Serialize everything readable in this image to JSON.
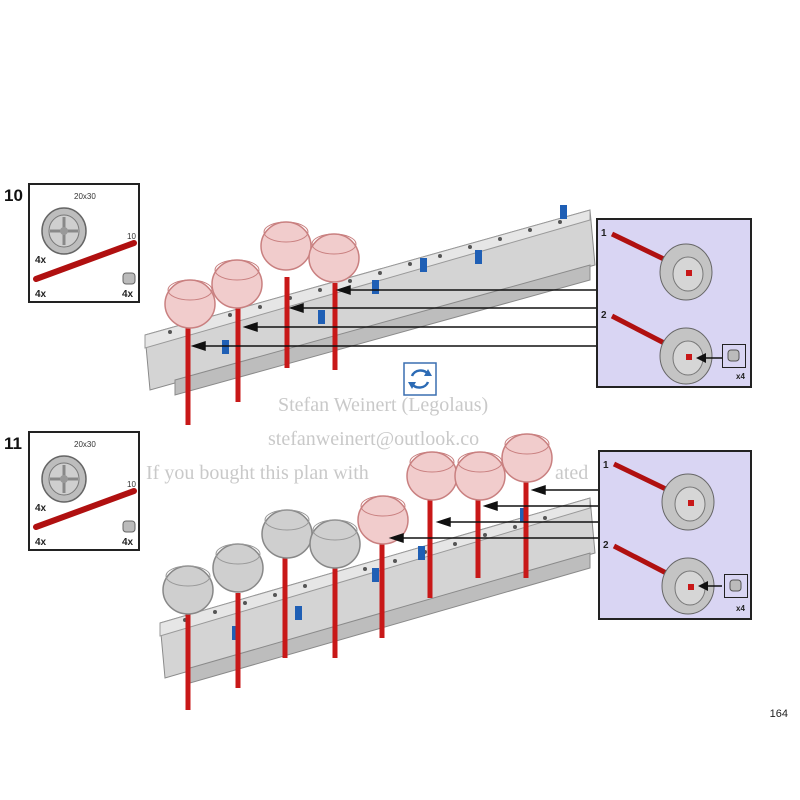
{
  "steps": [
    {
      "number": "10",
      "parts": {
        "wheel_size": "20x30",
        "wheel_qty": "4x",
        "axle_length": "10",
        "axle_qty": "4x",
        "bush_qty": "4x"
      },
      "callout": {
        "sub1": "1",
        "sub2": "2",
        "multiplier": "x4"
      }
    },
    {
      "number": "11",
      "parts": {
        "wheel_size": "20x30",
        "wheel_qty": "4x",
        "axle_length": "10",
        "axle_qty": "4x",
        "bush_qty": "4x"
      },
      "callout": {
        "sub1": "1",
        "sub2": "2",
        "multiplier": "x4"
      }
    }
  ],
  "watermark": {
    "line1": "Stefan Weinert (Legolaus)",
    "line2": "stefanweinert@outlook.co",
    "line3": "If you bought this plan with",
    "line3b": "ated"
  },
  "rotate_icon": "rotate-arrows-icon",
  "page_number": "164",
  "colors": {
    "callout_bg": "#d9d5f3",
    "axle_red": "#c81818",
    "beam_gray": "#d2d2d2",
    "pin_blue": "#1f5fb5"
  }
}
